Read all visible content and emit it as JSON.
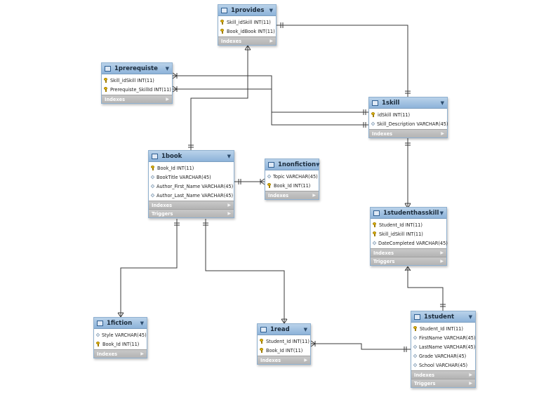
{
  "entities": {
    "provides": {
      "name": "1provides",
      "cols": [
        "Skill_idSkill INT(11)",
        "Book_idBook INT(11)"
      ],
      "bars": [
        "Indexes"
      ]
    },
    "prerequiste": {
      "name": "1prerequiste",
      "cols": [
        "Skill_idSkill INT(11)",
        "Prerequiste_SkillId INT(11)"
      ],
      "bars": [
        "Indexes"
      ]
    },
    "skill": {
      "name": "1skill",
      "cols": [
        "idSkill INT(11)",
        "Skill_Description VARCHAR(45)"
      ],
      "bars": [
        "Indexes"
      ]
    },
    "book": {
      "name": "1book",
      "cols": [
        "Book_Id INT(11)",
        "BookTitle VARCHAR(45)",
        "Author_First_Name VARCHAR(45)",
        "Author_Last_Name VARCHAR(45)"
      ],
      "bars": [
        "Indexes",
        "Triggers"
      ]
    },
    "nonfiction": {
      "name": "1nonfiction",
      "cols": [
        "Topic VARCHAR(45)",
        "Book_Id INT(11)"
      ],
      "bars": [
        "Indexes"
      ]
    },
    "studenthasskill": {
      "name": "1studenthasskill",
      "cols": [
        "Student_Id INT(11)",
        "Skill_idSkill INT(11)",
        "DateCompleted VARCHAR(45)"
      ],
      "bars": [
        "Indexes",
        "Triggers"
      ]
    },
    "fiction": {
      "name": "1fiction",
      "cols": [
        "Style VARCHAR(45)",
        "Book_Id INT(11)"
      ],
      "bars": [
        "Indexes"
      ]
    },
    "read": {
      "name": "1read",
      "cols": [
        "Student_Id INT(11)",
        "Book_Id INT(11)"
      ],
      "bars": [
        "Indexes"
      ]
    },
    "student": {
      "name": "1student",
      "cols": [
        "Student_Id INT(11)",
        "FirstName VARCHAR(45)",
        "LastName VARCHAR(45)",
        "Grade VARCHAR(45)",
        "School VARCHAR(45)"
      ],
      "bars": [
        "Indexes",
        "Triggers"
      ]
    }
  }
}
